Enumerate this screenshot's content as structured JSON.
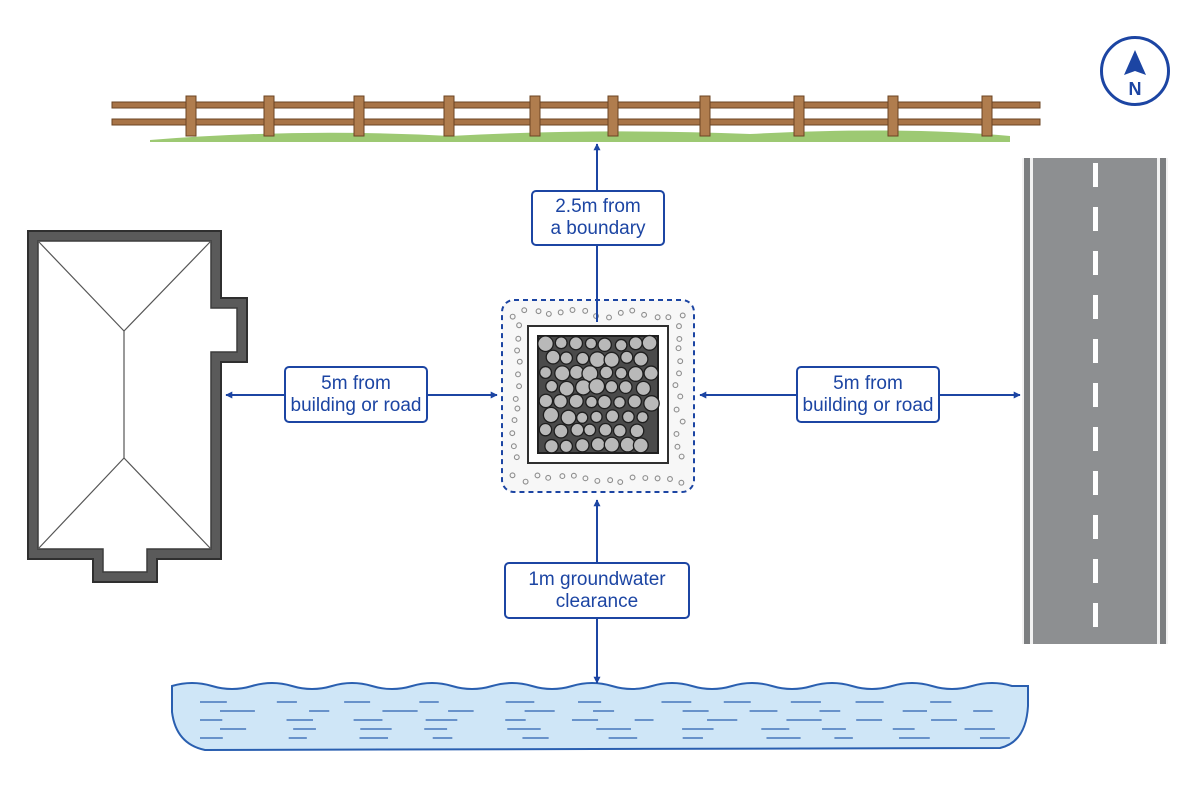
{
  "labels": {
    "boundary": [
      "2.5m from",
      "a boundary"
    ],
    "building_left": [
      "5m from",
      "building or road"
    ],
    "road_right": [
      "5m from",
      "building or road"
    ],
    "groundwater": [
      "1m groundwater",
      "clearance"
    ]
  },
  "compass": {
    "letter": "N"
  },
  "colors": {
    "accent": "#1c45a3",
    "water": "#c9e4f6",
    "road": "#8d8f91",
    "fence": "#9a6a3f",
    "grass": "#7fae4a",
    "stone_fill": "#4a4a4a"
  }
}
